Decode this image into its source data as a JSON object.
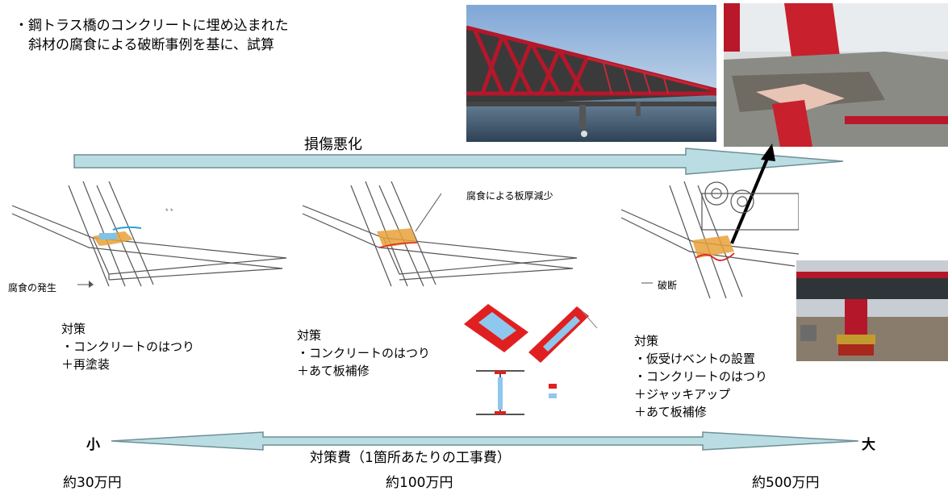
{
  "intro": {
    "line1": "・鋼トラス橋のコンクリートに埋め込まれた",
    "line2": "　斜材の腐食による破断事例を基に、試算"
  },
  "damage_arrow": {
    "label": "損傷悪化"
  },
  "stages": [
    {
      "callout": "腐食の発生",
      "measure_title": "対策",
      "measures": [
        "・コンクリートのはつり",
        "＋再塗装"
      ],
      "cost": "約30万円"
    },
    {
      "callout": "腐食による板厚減少",
      "measure_title": "対策",
      "measures": [
        "・コンクリートのはつり",
        "＋あて板補修"
      ],
      "cost": "約100万円"
    },
    {
      "callout": "破断",
      "measure_title": "対策",
      "measures": [
        "・仮受けベントの設置",
        "・コンクリートのはつり",
        "＋ジャッキアップ",
        "＋あて板補修"
      ],
      "cost": "約500万円"
    }
  ],
  "cost_axis": {
    "label": "対策費（1箇所あたりの工事費）",
    "low": "小",
    "high": "大"
  },
  "colors": {
    "arrow_fill": "#b9dde2",
    "arrow_stroke": "#6d8f96",
    "steel_red": "#c8202c",
    "corrosion": "#e8a13a"
  }
}
